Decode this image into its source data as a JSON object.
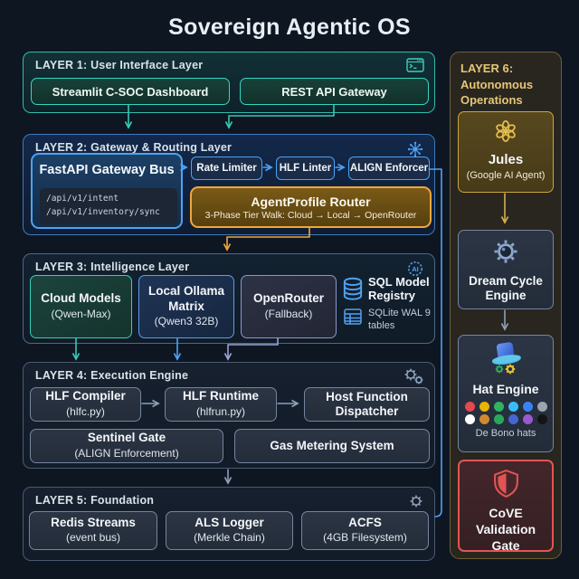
{
  "title": "Sovereign Agentic OS",
  "colors": {
    "teal": "#36d6c0",
    "blue": "#4da3f5",
    "purple": "#9aa3d6",
    "orange": "#f0a63c",
    "gold": "#d7ad4a",
    "slate": "#8ca0b8",
    "red": "#e25555"
  },
  "layer1": {
    "header": "LAYER 1: User Interface Layer",
    "dashboard": "Streamlit C-SOC Dashboard",
    "gateway": "REST API Gateway"
  },
  "layer2": {
    "header": "LAYER 2: Gateway & Routing Layer",
    "fastapi": {
      "title": "FastAPI Gateway Bus",
      "endpoints": [
        "/api/v1/intent",
        "/api/v1/inventory/sync"
      ]
    },
    "pills": [
      "Rate Limiter",
      "HLF Linter",
      "ALIGN Enforcer"
    ],
    "router": {
      "title": "AgentProfile Router",
      "subtitle": "3-Phase Tier Walk: Cloud → Local → OpenRouter"
    }
  },
  "layer3": {
    "header": "LAYER 3: Intelligence Layer",
    "models": [
      {
        "title": "Cloud Models",
        "sub": "(Qwen-Max)"
      },
      {
        "title": "Local Ollama Matrix",
        "sub": "(Qwen3 32B)"
      },
      {
        "title": "OpenRouter",
        "sub": "(Fallback)"
      }
    ],
    "registry": {
      "title": "SQL Model Registry",
      "sub": "SQLite WAL 9 tables"
    }
  },
  "layer4": {
    "header": "LAYER 4: Execution Engine",
    "row1": [
      {
        "title": "HLF Compiler",
        "sub": "(hlfc.py)"
      },
      {
        "title": "HLF Runtime",
        "sub": "(hlfrun.py)"
      },
      {
        "title": "Host Function Dispatcher",
        "sub": ""
      }
    ],
    "row2": [
      {
        "title": "Sentinel Gate",
        "sub": "(ALIGN Enforcement)"
      },
      {
        "title": "Gas Metering System",
        "sub": ""
      }
    ]
  },
  "layer5": {
    "header": "LAYER 5: Foundation",
    "boxes": [
      {
        "title": "Redis Streams",
        "sub": "(event bus)"
      },
      {
        "title": "ALS Logger",
        "sub": "(Merkle Chain)"
      },
      {
        "title": "ACFS",
        "sub": "(4GB Filesystem)"
      }
    ]
  },
  "layer6": {
    "header": "LAYER 6: Autonomous Operations",
    "jules": {
      "title": "Jules",
      "sub": "(Google AI Agent)"
    },
    "dream": {
      "title": "Dream Cycle Engine"
    },
    "hat": {
      "title": "Hat Engine",
      "caption": "De Bono hats",
      "dots": [
        [
          "#e5484d",
          "#eab308",
          "#30b45f",
          "#38bdf8",
          "#3b82f6",
          "#9ca3af"
        ],
        [
          "#ffffff",
          "#d08a2e",
          "#2aa85a",
          "#4466d4",
          "#9b59d0",
          "#141414"
        ]
      ]
    },
    "cove": {
      "title": "CoVE Validation Gate"
    }
  }
}
